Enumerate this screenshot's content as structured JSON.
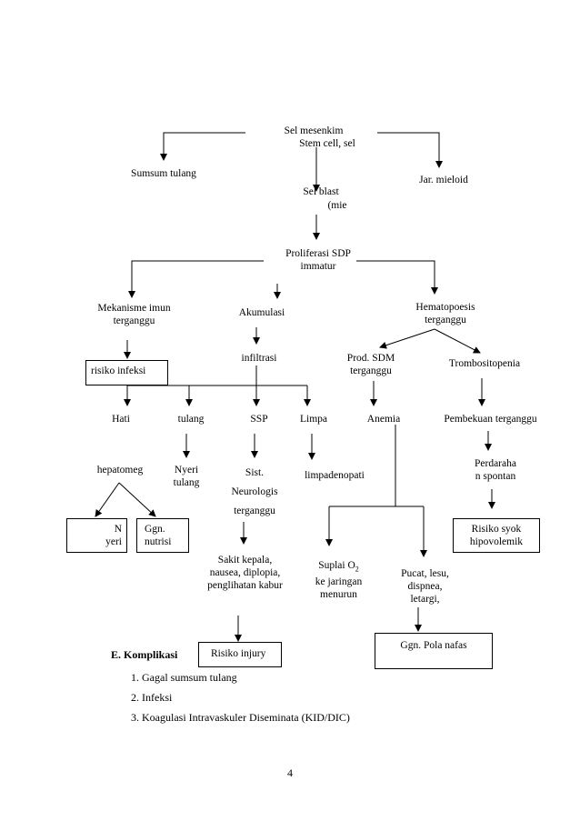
{
  "nodes": {
    "sel_mesenkim": "Sel mesenkim",
    "stem_cell": "Stem cell, sel",
    "sumsum_tulang": "Sumsum tulang",
    "jar_mieloid": "Jar. mieloid",
    "sel_blast_1": "Sel blast",
    "sel_blast_2": "(mie",
    "proliferasi_1": "Proliferasi SDP",
    "proliferasi_2": "immatur",
    "mekanisme_1": "Mekanisme imun",
    "mekanisme_2": "terganggu",
    "akumulasi": "Akumulasi",
    "hematopoesis_1": "Hematopoesis",
    "hematopoesis_2": "terganggu",
    "risiko_infeksi": "risiko infeksi",
    "infiltrasi": "infiltrasi",
    "prod_sdm_1": "Prod. SDM",
    "prod_sdm_2": "terganggu",
    "trombositopenia": "Trombositopenia",
    "hati": "Hati",
    "tulang": "tulang",
    "ssp": "SSP",
    "limpa": "Limpa",
    "anemia": "Anemia",
    "pembekuan": "Pembekuan terganggu",
    "hepatomeg": "hepatomeg",
    "nyeri_tulang_1": "Nyeri",
    "nyeri_tulang_2": "tulang",
    "sist_1": "Sist.",
    "sist_2": "Neurologis",
    "sist_3": "terganggu",
    "limpadenopati": "limpadenopati",
    "perdarahan_1": "Perdaraha",
    "perdarahan_2": "n spontan",
    "nyeri_box_1": "N",
    "nyeri_box_2": "yeri",
    "ggn_nutrisi_1": "Ggn.",
    "ggn_nutrisi_2": "nutrisi",
    "risiko_syok_1": "Risiko syok",
    "risiko_syok_2": "hipovolemik",
    "sakit_1": "Sakit kepala,",
    "sakit_2": "nausea, diplopia,",
    "sakit_3": "penglihatan kabur",
    "suplai_1": "Suplai O",
    "suplai_sub": "2",
    "suplai_2": "ke jaringan",
    "suplai_3": "menurun",
    "pucat_1": "Pucat, lesu,",
    "pucat_2": "dispnea,",
    "pucat_3": "letargi,",
    "risiko_injury": "Risiko injury",
    "ggn_pola_nafas": "Ggn. Pola nafas"
  },
  "komplikasi": {
    "title": "E.   Komplikasi",
    "items": [
      "1.   Gagal sumsum tulang",
      "2.   Infeksi",
      "3.   Koagulasi Intravaskuler Diseminata (KID/DIC)"
    ]
  },
  "page_number": "4"
}
